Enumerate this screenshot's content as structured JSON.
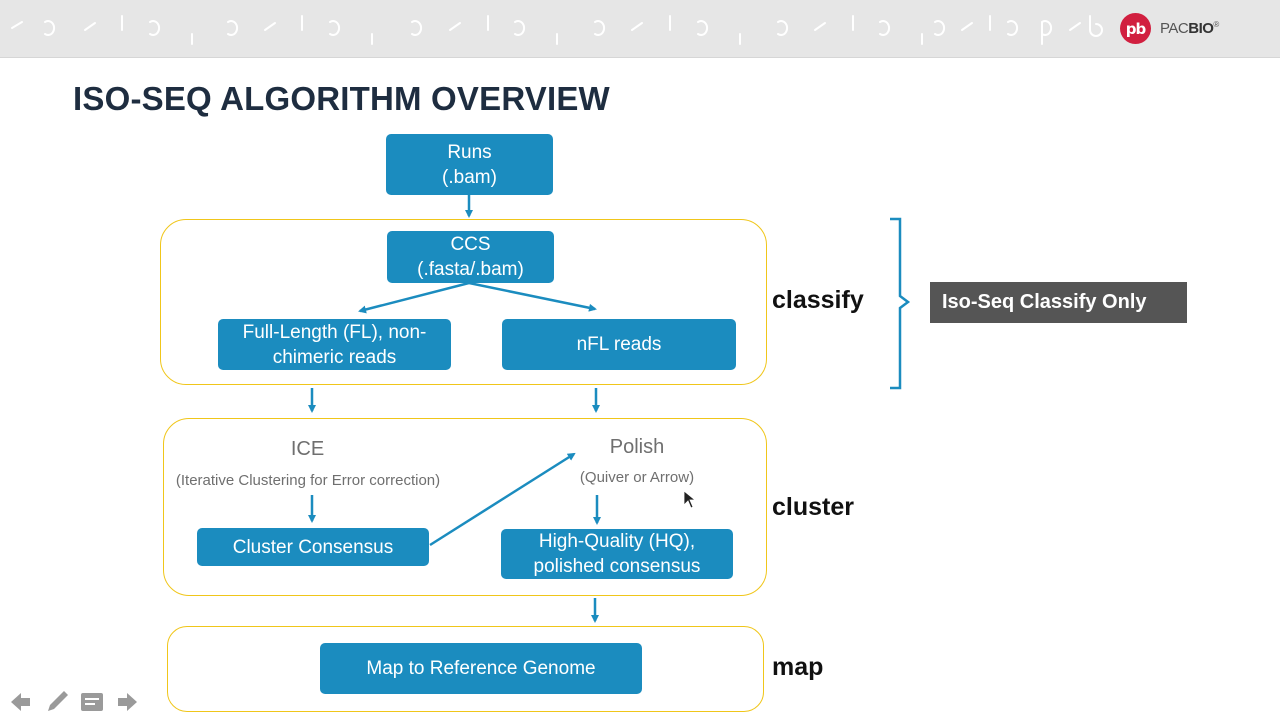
{
  "header": {
    "logo_mark": "pb",
    "logo_text_light": "PAC",
    "logo_text_bold": "BIO",
    "logo_reg": "®"
  },
  "slide": {
    "title": "ISO-SEQ ALGORITHM OVERVIEW"
  },
  "diagram": {
    "runs": {
      "line1": "Runs",
      "line2": "(.bam)"
    },
    "ccs": {
      "line1": "CCS",
      "line2": "(.fasta/.bam)"
    },
    "fl_reads": {
      "line1": "Full-Length (FL), non-",
      "line2": "chimeric reads"
    },
    "nfl_reads": "nFL reads",
    "ice": "ICE",
    "ice_desc": "(Iterative Clustering for Error correction)",
    "polish": "Polish",
    "polish_desc": "(Quiver or Arrow)",
    "cluster_consensus": "Cluster Consensus",
    "hq": {
      "line1": "High-Quality (HQ),",
      "line2": "polished consensus"
    },
    "map_ref": "Map to Reference Genome"
  },
  "stages": {
    "classify": "classify",
    "cluster": "cluster",
    "map": "map"
  },
  "callout": "Iso-Seq Classify Only",
  "colors": {
    "box": "#1b8cbf",
    "group_border": "#f0c61a",
    "arrow": "#1b8cbf",
    "title": "#1e2d40",
    "logo": "#d11f3f",
    "badge": "#555555"
  },
  "controls": [
    "back-arrow-icon",
    "pen-icon",
    "notes-icon",
    "forward-arrow-icon"
  ]
}
